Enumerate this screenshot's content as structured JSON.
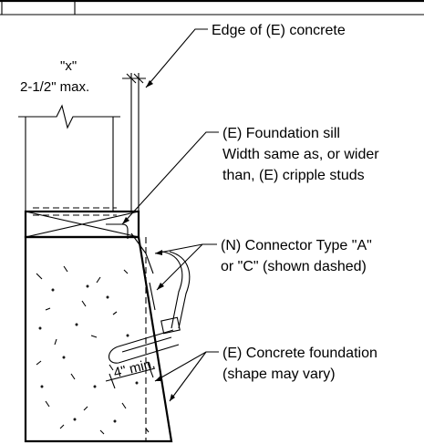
{
  "labels": {
    "edge_of_concrete": "Edge of (E) concrete",
    "dim_x": "\"x\"",
    "dim_x_max": "2-1/2\" max.",
    "foundation_sill_1": "(E) Foundation sill",
    "foundation_sill_2": "Width same as, or wider",
    "foundation_sill_3": "than, (E) cripple studs",
    "connector_1": "(N) Connector Type \"A\"",
    "connector_2": "or \"C\" (shown dashed)",
    "min_dim": "4\" min.",
    "concrete_foundation_1": "(E) Concrete foundation",
    "concrete_foundation_2": "(shape may vary)"
  }
}
